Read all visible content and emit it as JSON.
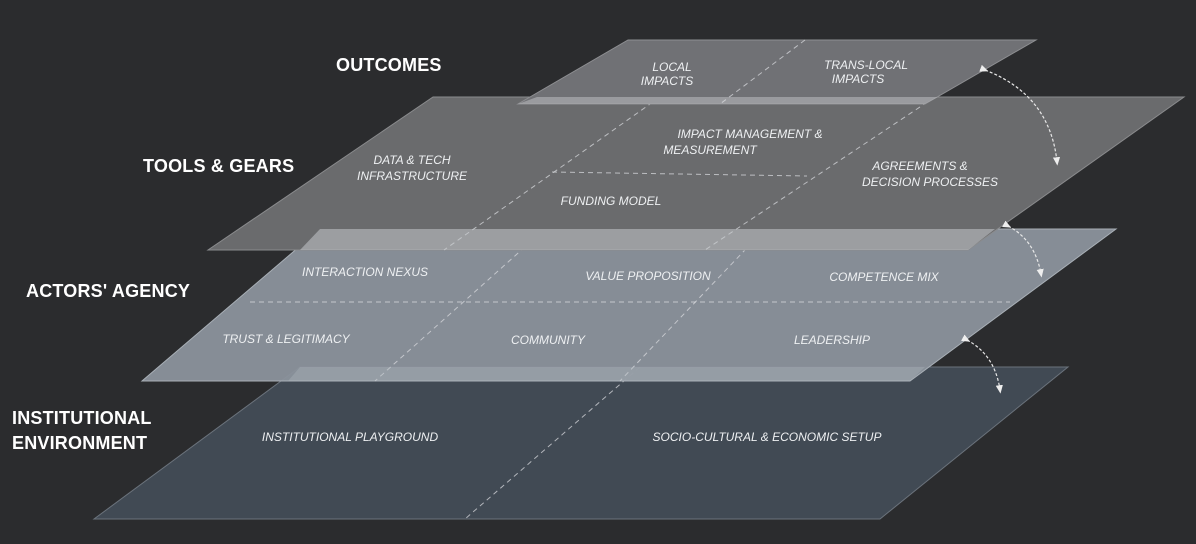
{
  "layers": {
    "outcomes": {
      "label": "OUTCOMES",
      "cells": [
        [
          "LOCAL",
          "IMPACTS"
        ],
        [
          "TRANS-LOCAL",
          "IMPACTS"
        ]
      ]
    },
    "tools": {
      "label": "TOOLS & GEARS",
      "cells": [
        [
          "DATA & TECH",
          "INFRASTRUCTURE"
        ],
        [
          "IMPACT MANAGEMENT &",
          "MEASUREMENT"
        ],
        [
          "FUNDING MODEL"
        ],
        [
          "AGREEMENTS &",
          "DECISION PROCESSES"
        ]
      ]
    },
    "actors": {
      "label": "ACTORS' AGENCY",
      "cells": [
        "INTERACTION NEXUS",
        "VALUE PROPOSITION",
        "COMPETENCE MIX",
        "TRUST & LEGITIMACY",
        "COMMUNITY",
        "LEADERSHIP"
      ]
    },
    "institutional": {
      "label_line1": "INSTITUTIONAL",
      "label_line2": "ENVIRONMENT",
      "cells": [
        "INSTITUTIONAL PLAYGROUND",
        "SOCIO-CULTURAL & ECONOMIC SETUP"
      ]
    }
  },
  "colors": {
    "background": "#2b2c2e",
    "outcomes": "#707175",
    "tools": "#6a6b6d",
    "actors": "#8a929b",
    "institutional": "#414a54"
  }
}
